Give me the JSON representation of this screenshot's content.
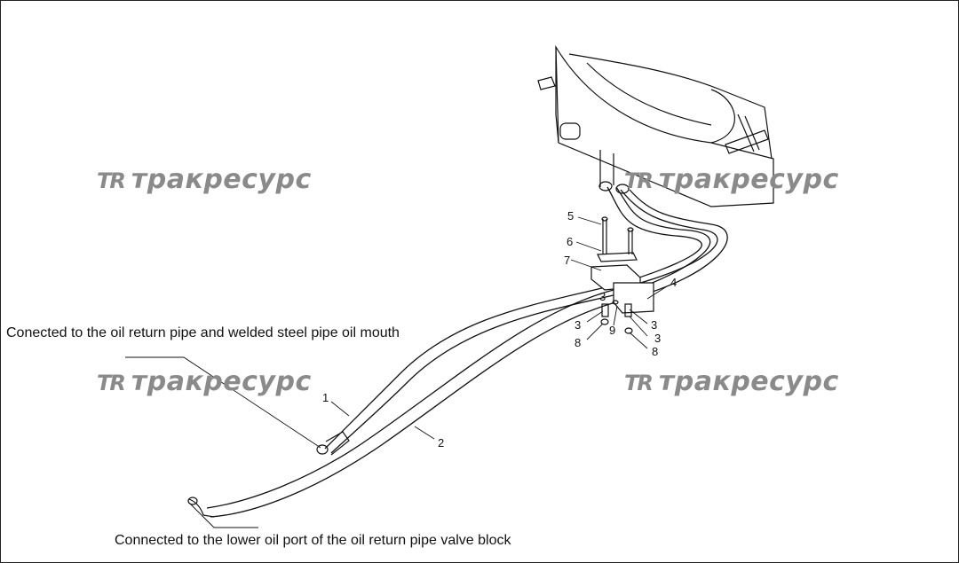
{
  "diagram": {
    "callouts": {
      "top": "Conected to the oil return pipe and welded steel pipe oil mouth",
      "bottom": "Connected to the lower oil port of the oil return pipe valve block"
    },
    "part_numbers": [
      "1",
      "2",
      "3",
      "3",
      "3",
      "3",
      "4",
      "5",
      "6",
      "7",
      "8",
      "8",
      "9"
    ],
    "watermark": {
      "logo": "TR",
      "text": "тракресурс"
    }
  }
}
